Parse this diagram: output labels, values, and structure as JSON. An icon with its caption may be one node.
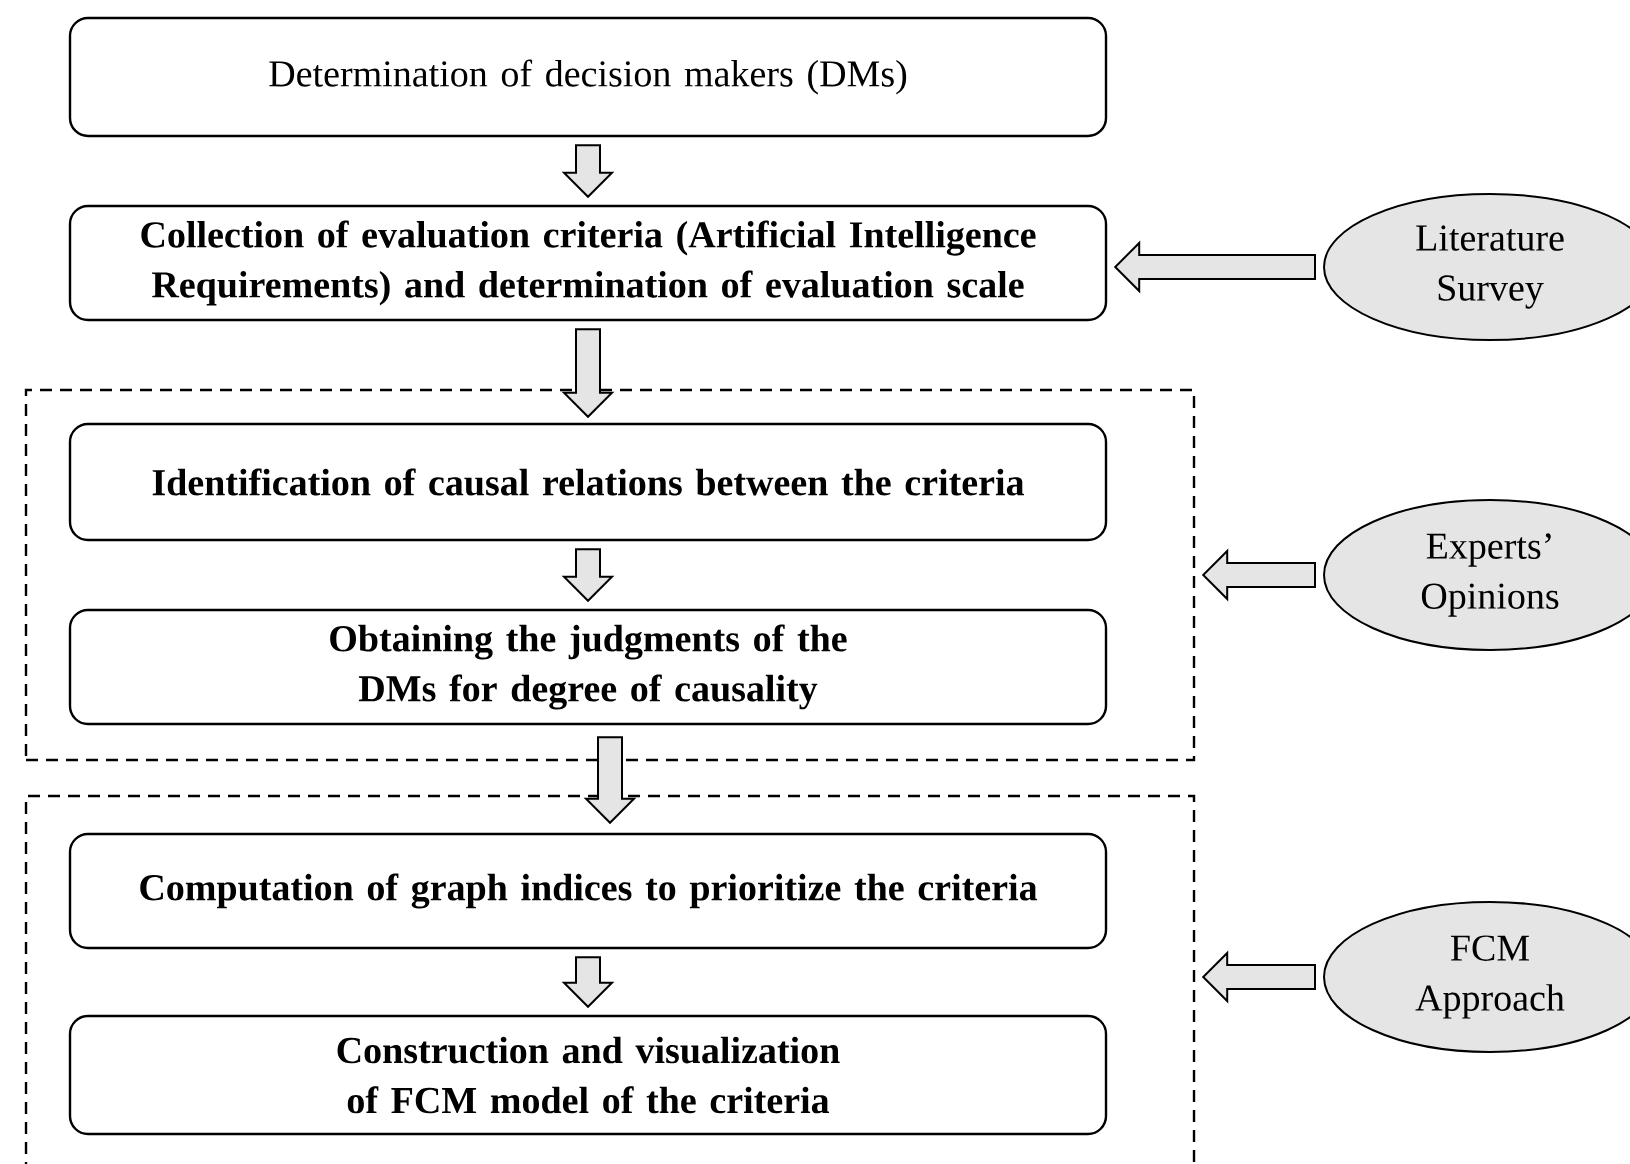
{
  "diagram": {
    "nodes": [
      {
        "text": [
          "Determination of decision makers (DMs)"
        ]
      },
      {
        "text": [
          "Collection of evaluation criteria (Artificial Intelligence Requirements) and determination of evaluation scale"
        ]
      },
      {
        "text": [],
        "shape": "box"
      },
      {
        "text": [
          "Identification of causal relations between the criteria"
        ],
        "in": 2
      },
      {
        "text": [
          "Obtaining the judgments of the DMs for degree of causality"
        ],
        "in": 2
      },
      {
        "text": [],
        "shape": "box"
      },
      {
        "text": [
          "Computation of graph indices to prioritize the criteria"
        ],
        "in": 5
      },
      {
        "text": [
          "Construction and visualization of FCM model of the criteria"
        ],
        "in": 5
      },
      {
        "text": [
          "Literature Survey"
        ]
      },
      {
        "text": [
          "Experts’ Opinions"
        ]
      },
      {
        "text": [
          "FCM Approach"
        ]
      }
    ],
    "edges": [
      {
        "from": 0,
        "to": 1,
        "arrow": "to"
      },
      {
        "from": 1,
        "to": 2,
        "arrow": "to"
      },
      {
        "from": 3,
        "to": 4,
        "arrow": "to"
      },
      {
        "from": 2,
        "to": 5,
        "arrow": "to"
      },
      {
        "from": 6,
        "to": 7,
        "arrow": "to"
      },
      {
        "from": 8,
        "to": 1,
        "arrow": "to"
      },
      {
        "from": 9,
        "to": 2,
        "arrow": "to"
      },
      {
        "from": 10,
        "to": 5,
        "arrow": "to"
      }
    ]
  }
}
